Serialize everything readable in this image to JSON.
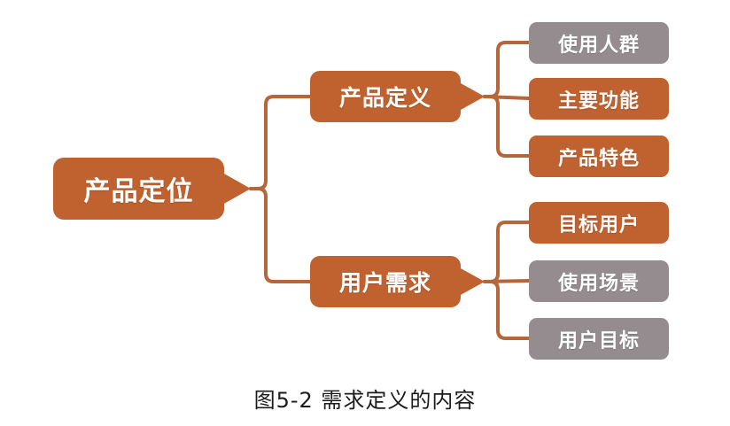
{
  "figure": {
    "caption": "图5-2 需求定义的内容",
    "background_color": "#ffffff",
    "connector_color": "#B5663A",
    "accent_orange": "#C0622F",
    "accent_gray": "#958C90"
  },
  "mindmap": {
    "root": {
      "label": "产品定位",
      "color": "#C0622F"
    },
    "branches": [
      {
        "label": "产品定义",
        "color": "#C0622F",
        "children": [
          {
            "label": "使用人群",
            "color": "#958C90"
          },
          {
            "label": "主要功能",
            "color": "#C0622F"
          },
          {
            "label": "产品特色",
            "color": "#C0622F"
          }
        ]
      },
      {
        "label": "用户需求",
        "color": "#C0622F",
        "children": [
          {
            "label": "目标用户",
            "color": "#C0622F"
          },
          {
            "label": "使用场景",
            "color": "#958C90"
          },
          {
            "label": "用户目标",
            "color": "#958C90"
          }
        ]
      }
    ]
  }
}
